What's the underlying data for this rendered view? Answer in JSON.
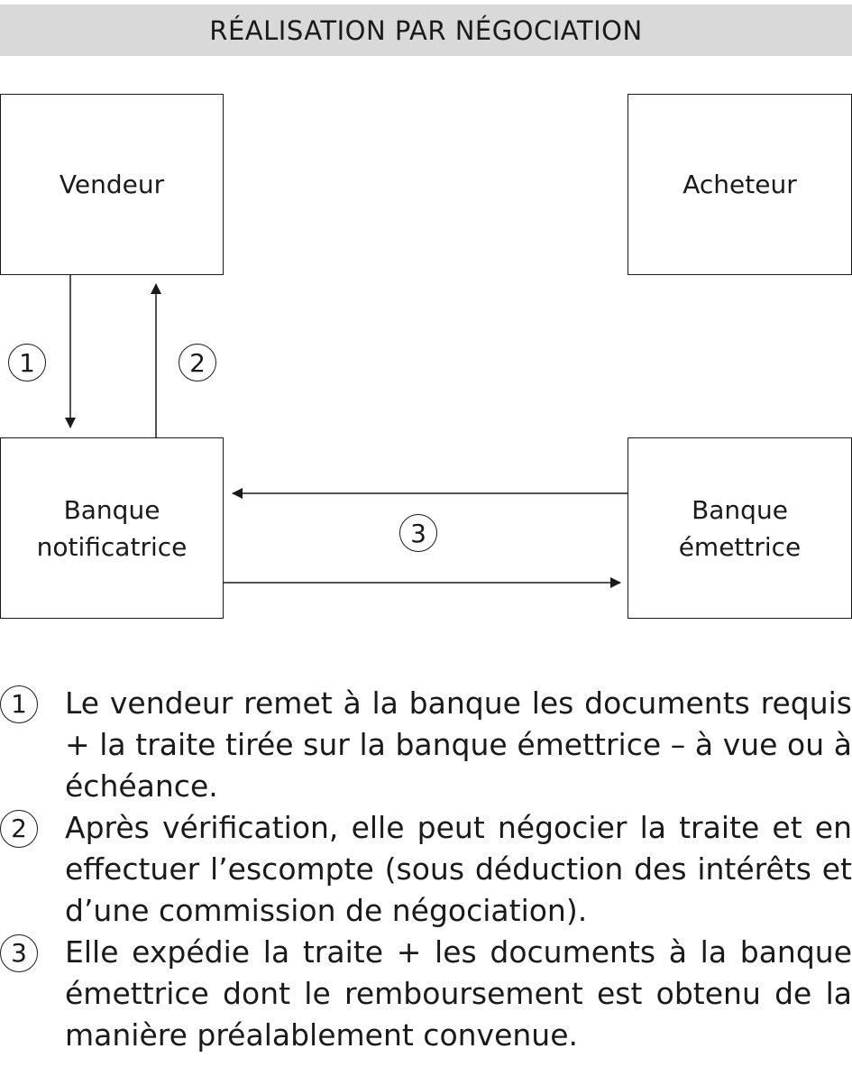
{
  "title": "RÉALISATION PAR NÉGOCIATION",
  "nodes": {
    "vendeur": "Vendeur",
    "acheteur": "Acheteur",
    "banque_notificatrice": "Banque\nnotificatrice",
    "banque_emettrice": "Banque\némettrice"
  },
  "step_markers": [
    "1",
    "2",
    "3"
  ],
  "legend": [
    {
      "num": "1",
      "text": "Le vendeur remet à la banque les documents requis + la traite tirée sur la banque émettrice – à vue ou à échéance."
    },
    {
      "num": "2",
      "text": "Après vérification, elle peut négocier la traite et en effectuer l’escompte (sous déduction des intérêts et d’une commission de négociation)."
    },
    {
      "num": "3",
      "text": "Elle expédie la traite + les documents à la banque émettrice dont le remboursement est obtenu de la manière préalablement convenue."
    }
  ]
}
